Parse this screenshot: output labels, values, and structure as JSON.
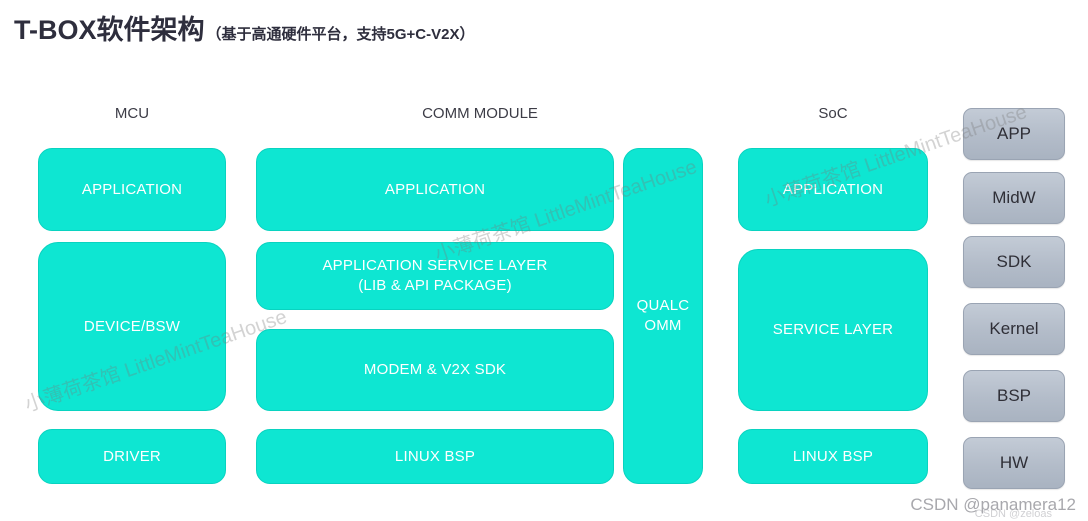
{
  "title": {
    "main": "T-BOX软件架构",
    "sub": "（基于高通硬件平台，支持5G+C-V2X）"
  },
  "columns": [
    {
      "name": "mcu",
      "label": "MCU"
    },
    {
      "name": "comm-module",
      "label": "COMM MODULE"
    },
    {
      "name": "soc",
      "label": "SoC"
    }
  ],
  "mcu_blocks": [
    {
      "label": "APPLICATION"
    },
    {
      "label": "DEVICE/BSW"
    },
    {
      "label": "DRIVER"
    }
  ],
  "comm_blocks": [
    {
      "label": "APPLICATION"
    },
    {
      "label": "APPLICATION SERVICE LAYER",
      "label2": "(LIB & API PACKAGE)"
    },
    {
      "label": "MODEM & V2X SDK"
    },
    {
      "label": "LINUX BSP"
    }
  ],
  "vendor_block": {
    "label": "QUALC",
    "label2": "OMM"
  },
  "soc_blocks": [
    {
      "label": "APPLICATION"
    },
    {
      "label": "SERVICE LAYER"
    },
    {
      "label": "LINUX BSP"
    }
  ],
  "stack_blocks": [
    {
      "label": "APP"
    },
    {
      "label": "MidW"
    },
    {
      "label": "SDK"
    },
    {
      "label": "Kernel"
    },
    {
      "label": "BSP"
    },
    {
      "label": "HW"
    }
  ],
  "watermark": {
    "text": "小薄荷茶馆 LittleMintTeaHouse",
    "credit": "CSDN @panamera12",
    "credit_faint": "CSDN @zeloas"
  },
  "colors": {
    "teal": "#0ee6d2",
    "teal_border": "#09d3c0",
    "grey": "#b3bcc9",
    "title": "#2e2e3d"
  }
}
